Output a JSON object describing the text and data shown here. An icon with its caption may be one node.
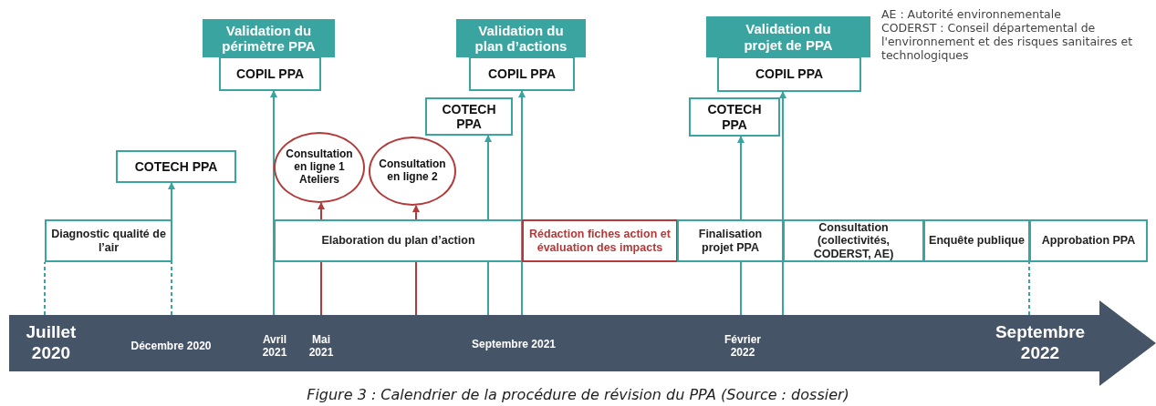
{
  "diagram": {
    "caption": "Figure 3 : Calendrier de la procédure de révision du PPA (Source : dossier)",
    "nodes": [
      {
        "text": [
          "COTECH PPA"
        ]
      },
      {
        "text": [
          "Validation du périmètre PPA"
        ]
      },
      {
        "text": [
          "COPIL PPA"
        ]
      },
      {
        "text": [
          "Consultation en ligne 1 Ateliers"
        ]
      },
      {
        "text": [
          "Consultation en ligne 2"
        ]
      },
      {
        "text": [
          "COTECH PPA"
        ]
      },
      {
        "text": [
          "Validation du plan d’actions"
        ]
      },
      {
        "text": [
          "COPIL PPA"
        ]
      },
      {
        "text": [
          "COTECH PPA"
        ]
      },
      {
        "text": [
          "Validation du projet de PPA"
        ]
      },
      {
        "text": [
          "COPIL PPA"
        ]
      },
      {
        "text": [
          "Diagnostic qualité de l’air"
        ]
      },
      {
        "text": [
          "Elaboration du plan d’action"
        ]
      },
      {
        "text": [
          "Rédaction fiches action et évaluation des impacts"
        ]
      },
      {
        "text": [
          "Finalisation projet PPA"
        ]
      },
      {
        "text": [
          "Consultation (collectivités, CODERST, AE)"
        ]
      },
      {
        "text": [
          "Enquête publique"
        ]
      },
      {
        "text": [
          "Approbation PPA"
        ]
      },
      {
        "text": [],
        "shape": "arrow"
      },
      {
        "text": [
          "Juillet 2020"
        ],
        "in": 18
      },
      {
        "text": [
          "Décembre 2020"
        ],
        "in": 18
      },
      {
        "text": [
          "Avril 2021"
        ],
        "in": 18
      },
      {
        "text": [
          "Mai 2021"
        ],
        "in": 18
      },
      {
        "text": [
          "Septembre 2021"
        ],
        "in": 18
      },
      {
        "text": [
          "Février 2022"
        ],
        "in": 18
      },
      {
        "text": [
          "Septembre 2022"
        ],
        "in": 18
      }
    ],
    "edges": [
      {
        "from": 18,
        "to": 11,
        "arrow": "none",
        "style": "dashed"
      },
      {
        "from": 18,
        "to": 11,
        "arrow": "none",
        "style": "dashed"
      },
      {
        "from": 11,
        "to": 0,
        "arrow": "to"
      },
      {
        "from": 18,
        "to": 2,
        "arrow": "to"
      },
      {
        "from": 18,
        "to": 12,
        "arrow": "none",
        "color": "#b23a3a"
      },
      {
        "from": 12,
        "to": 3,
        "arrow": "to",
        "color": "#b23a3a"
      },
      {
        "from": 18,
        "to": 12,
        "arrow": "none",
        "color": "#b23a3a"
      },
      {
        "from": 12,
        "to": 4,
        "arrow": "to",
        "color": "#b23a3a"
      },
      {
        "from": 18,
        "to": 12,
        "arrow": "none"
      },
      {
        "from": 12,
        "to": 5,
        "arrow": "to"
      },
      {
        "from": 18,
        "to": 7,
        "arrow": "to"
      },
      {
        "from": 18,
        "to": 14,
        "arrow": "none"
      },
      {
        "from": 14,
        "to": 8,
        "arrow": "to"
      },
      {
        "from": 18,
        "to": 10,
        "arrow": "to"
      },
      {
        "from": 18,
        "to": 17,
        "arrow": "none",
        "style": "dashed"
      }
    ],
    "labels": [
      "AE : Autorité environnementale",
      "CODERST : Conseil départemental de l'environnement et des risques sanitaires et technologiques"
    ]
  }
}
